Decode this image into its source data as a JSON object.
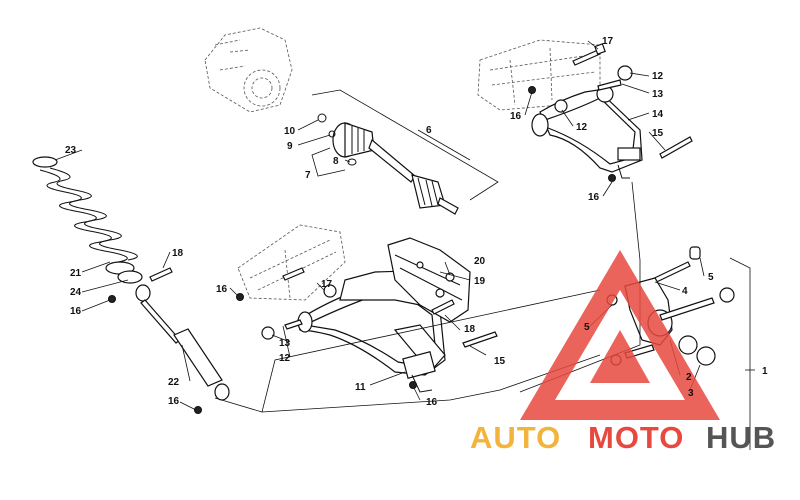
{
  "callouts": {
    "p1": "1",
    "p2": "2",
    "p3": "3",
    "p4": "4",
    "p5a": "5",
    "p5b": "5",
    "p6": "6",
    "p7": "7",
    "p8": "8",
    "p9": "9",
    "p10": "10",
    "p11": "11",
    "p12a": "12",
    "p12b": "12",
    "p12c": "12",
    "p13a": "13",
    "p13b": "13",
    "p14": "14",
    "p15a": "15",
    "p15b": "15",
    "p16a": "16",
    "p16b": "16",
    "p16c": "16",
    "p16d": "16",
    "p16e": "16",
    "p16f": "16",
    "p17a": "17",
    "p17b": "17",
    "p18a": "18",
    "p18b": "18",
    "p19": "19",
    "p20": "20",
    "p21": "21",
    "p22": "22",
    "p23": "23",
    "p24": "24"
  },
  "watermark": {
    "part1": "AUTO",
    "part2": "MOTO",
    "part3": "HUB",
    "colors": {
      "auto": "#f2b43d",
      "moto": "#e8493f",
      "hub": "#555555",
      "triangle": "#e8493f"
    }
  }
}
